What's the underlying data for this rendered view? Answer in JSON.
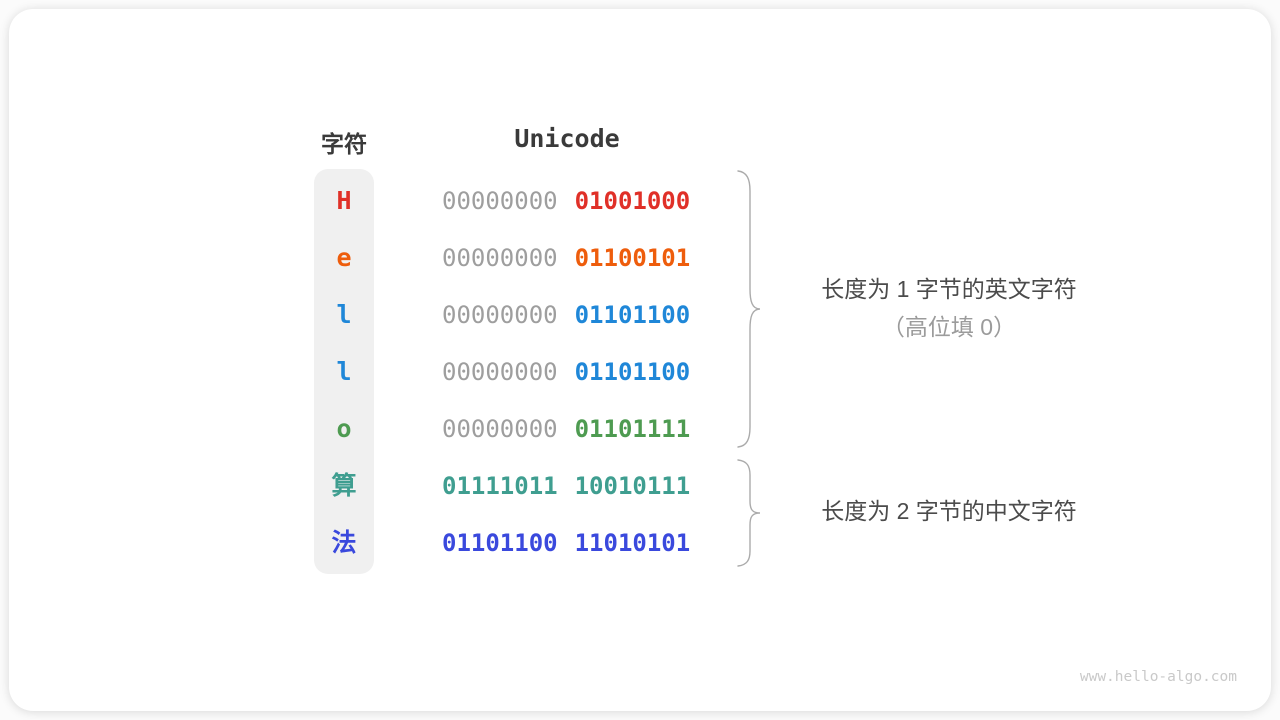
{
  "table": {
    "headers": {
      "char": "字符",
      "unicode": "Unicode"
    },
    "rows": [
      {
        "char": "H",
        "color": "#e03028",
        "byte1": "00000000",
        "byte2": "01001000",
        "two_byte": false
      },
      {
        "char": "e",
        "color": "#ee5d0c",
        "byte1": "00000000",
        "byte2": "01100101",
        "two_byte": false
      },
      {
        "char": "l",
        "color": "#1f87d8",
        "byte1": "00000000",
        "byte2": "01101100",
        "two_byte": false
      },
      {
        "char": "l",
        "color": "#1f87d8",
        "byte1": "00000000",
        "byte2": "01101100",
        "two_byte": false
      },
      {
        "char": "o",
        "color": "#4e9b51",
        "byte1": "00000000",
        "byte2": "01101111",
        "two_byte": false
      },
      {
        "char": "算",
        "color": "#3f9e90",
        "byte1": "01111011",
        "byte2": "10010111",
        "two_byte": true
      },
      {
        "char": "法",
        "color": "#3a49dd",
        "byte1": "01101100",
        "byte2": "11010101",
        "two_byte": true
      }
    ]
  },
  "annotations": {
    "one_byte": {
      "line1": "长度为 1 字节的英文字符",
      "line2": "（高位填 0）"
    },
    "two_byte": {
      "line1": "长度为 2 字节的中文字符"
    }
  },
  "watermark": "www.hello-algo.com",
  "colors": {
    "byte_gray": "#9e9e9e",
    "header_text": "#3a3a3a",
    "annotation_text": "#4b4b4b",
    "annotation_gray": "#9b9b9b",
    "brace": "#ababab",
    "char_col_bg": "#f0f0f0",
    "watermark": "#c9c9c9"
  }
}
